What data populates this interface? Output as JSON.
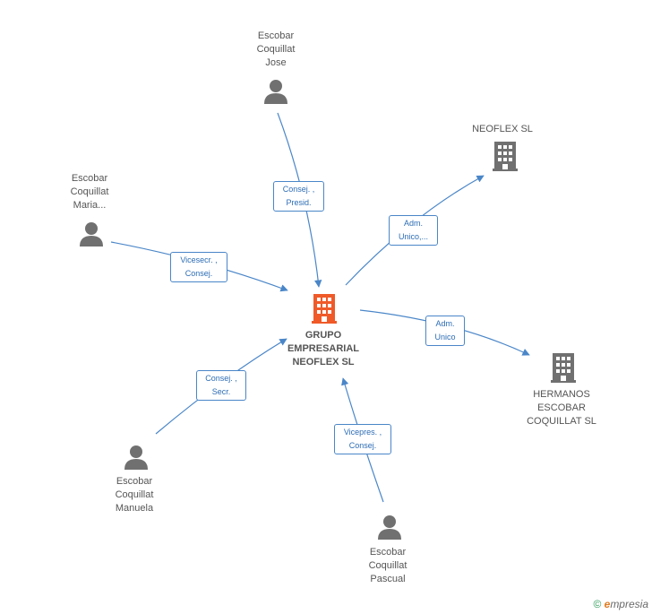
{
  "colors": {
    "edge": "#4a86c8",
    "center_icon": "#f05a28",
    "company_icon": "#707070",
    "person_icon": "#707070"
  },
  "center": {
    "lines": [
      "GRUPO",
      "EMPRESARIAL",
      "NEOFLEX SL"
    ],
    "icon": "building-icon"
  },
  "people": {
    "jose": {
      "lines": [
        "Escobar",
        "Coquillat",
        "Jose"
      ],
      "icon": "person-icon"
    },
    "maria": {
      "lines": [
        "Escobar",
        "Coquillat",
        "Maria..."
      ],
      "icon": "person-icon"
    },
    "manuela": {
      "lines": [
        "Escobar",
        "Coquillat",
        "Manuela"
      ],
      "icon": "person-icon"
    },
    "pascual": {
      "lines": [
        "Escobar",
        "Coquillat",
        "Pascual"
      ],
      "icon": "person-icon"
    }
  },
  "companies": {
    "neoflex": {
      "lines": [
        "NEOFLEX SL"
      ],
      "icon": "building-icon"
    },
    "hermanos": {
      "lines": [
        "HERMANOS",
        "ESCOBAR",
        "COQUILLAT SL"
      ],
      "icon": "building-icon"
    }
  },
  "edges": {
    "jose": {
      "lines": [
        "Consej. ,",
        "Presid."
      ]
    },
    "maria": {
      "lines": [
        "Vicesecr. ,",
        "Consej."
      ]
    },
    "neoflex": {
      "lines": [
        "Adm.",
        "Unico,..."
      ]
    },
    "hermanos": {
      "lines": [
        "Adm.",
        "Unico"
      ]
    },
    "manuela": {
      "lines": [
        "Consej. ,",
        "Secr."
      ]
    },
    "pascual": {
      "lines": [
        "Vicepres. ,",
        "Consej."
      ]
    }
  },
  "footer": {
    "copyright": "©",
    "brand_initial": "e",
    "brand_rest": "mpresia"
  }
}
